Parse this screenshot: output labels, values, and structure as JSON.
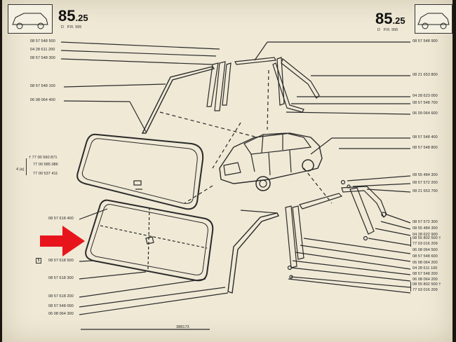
{
  "header": {
    "page_number_left": "85",
    "page_suffix_left": "25",
    "sub_left_a": "D",
    "sub_left_b": "P.R. 995",
    "page_number_right": "85",
    "page_suffix_right": "25",
    "sub_right_a": "D",
    "sub_right_b": "P.R. 995"
  },
  "left_labels": [
    "08 57 548 500",
    "04 28 611 200",
    "08 57 548 300",
    "08 57 548 100",
    "06 08 064 400"
  ],
  "left_group": {
    "dagger_label": "† 77 00 560 871",
    "mid_label": "77 00 585 086",
    "bottom_label": "77 00 537 411",
    "box_mark": "4 (a)"
  },
  "left_lower_labels": [
    "08 57 618 400",
    "08 57 618 500",
    "08 57 618 300",
    "08 57 618 200",
    "08 57 548 000",
    "06 08 064 300"
  ],
  "left_lower_box": "5",
  "right_top_labels": [
    "08 57 548 900",
    "08 21 653 800",
    "04 28 623 000",
    "08 57 548 700",
    "06 09 064 600",
    "08 57 548 400",
    "08 57 548 800"
  ],
  "right_mid_labels": [
    "08 55 484 300",
    "08 57 572 200",
    "08 21 653 700"
  ],
  "right_bottom_labels": [
    "08 57 572 300",
    "08 55 484 300",
    "04 28 622 900",
    "08 55 802 500 †",
    "77 03 016 209",
    "06 08 064 500",
    "08 57 548 600",
    "06 08 064 200",
    "04 28 611 100",
    "08 57 548 200",
    "06 08 064 200",
    "08 55 802 500 †",
    "77 03 016 209"
  ],
  "footer_text": "388173",
  "colors": {
    "paper": "#efe9d6",
    "ink": "#2a2a2a",
    "arrow": "#e8141c"
  }
}
